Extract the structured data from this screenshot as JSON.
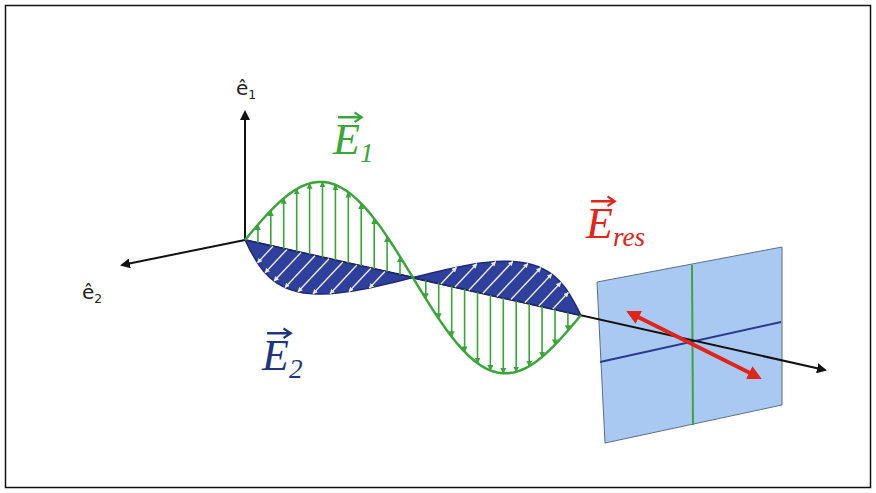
{
  "diagram": {
    "labels": [
      "ê1",
      "ê2",
      "E1",
      "E2",
      "Eres"
    ]
  }
}
